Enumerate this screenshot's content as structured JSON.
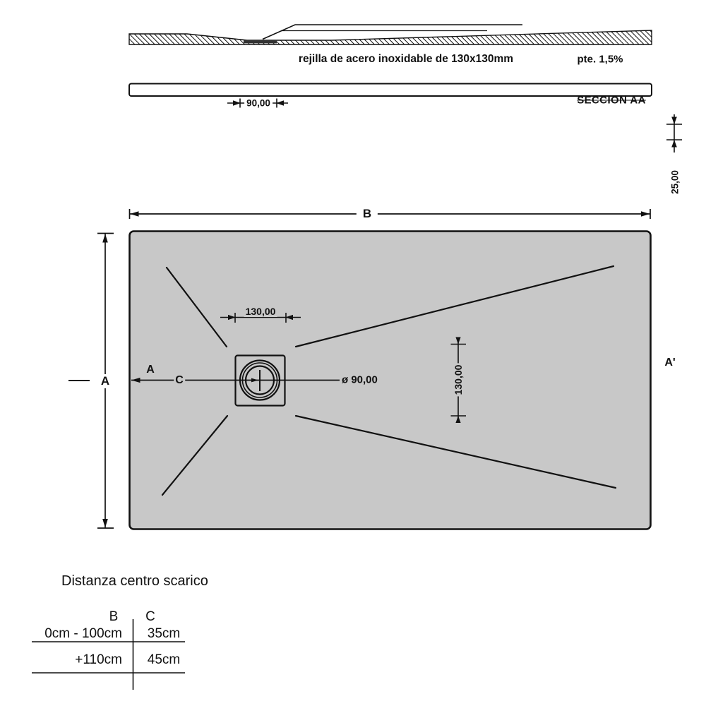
{
  "section_view": {
    "grate_label": "rejilla de acero inoxidable de 130x130mm",
    "slope_label": "pte. 1,5%",
    "section_label": "SECCION AA",
    "dim_90": "90,00",
    "dim_25": "25,00"
  },
  "plan_view": {
    "dim_b": "B",
    "dim_a": "A",
    "label_a_inner": "A",
    "label_c": "C",
    "label_a_prime": "A'",
    "dim_130_top": "130,00",
    "dim_130_right": "130,00",
    "dim_drain": "ø 90,00"
  },
  "table": {
    "title": "Distanza centro scarico",
    "col_b": "B",
    "col_c": "C",
    "rows": [
      [
        "0cm - 100cm",
        "35cm"
      ],
      [
        "+110cm",
        "45cm"
      ]
    ]
  }
}
